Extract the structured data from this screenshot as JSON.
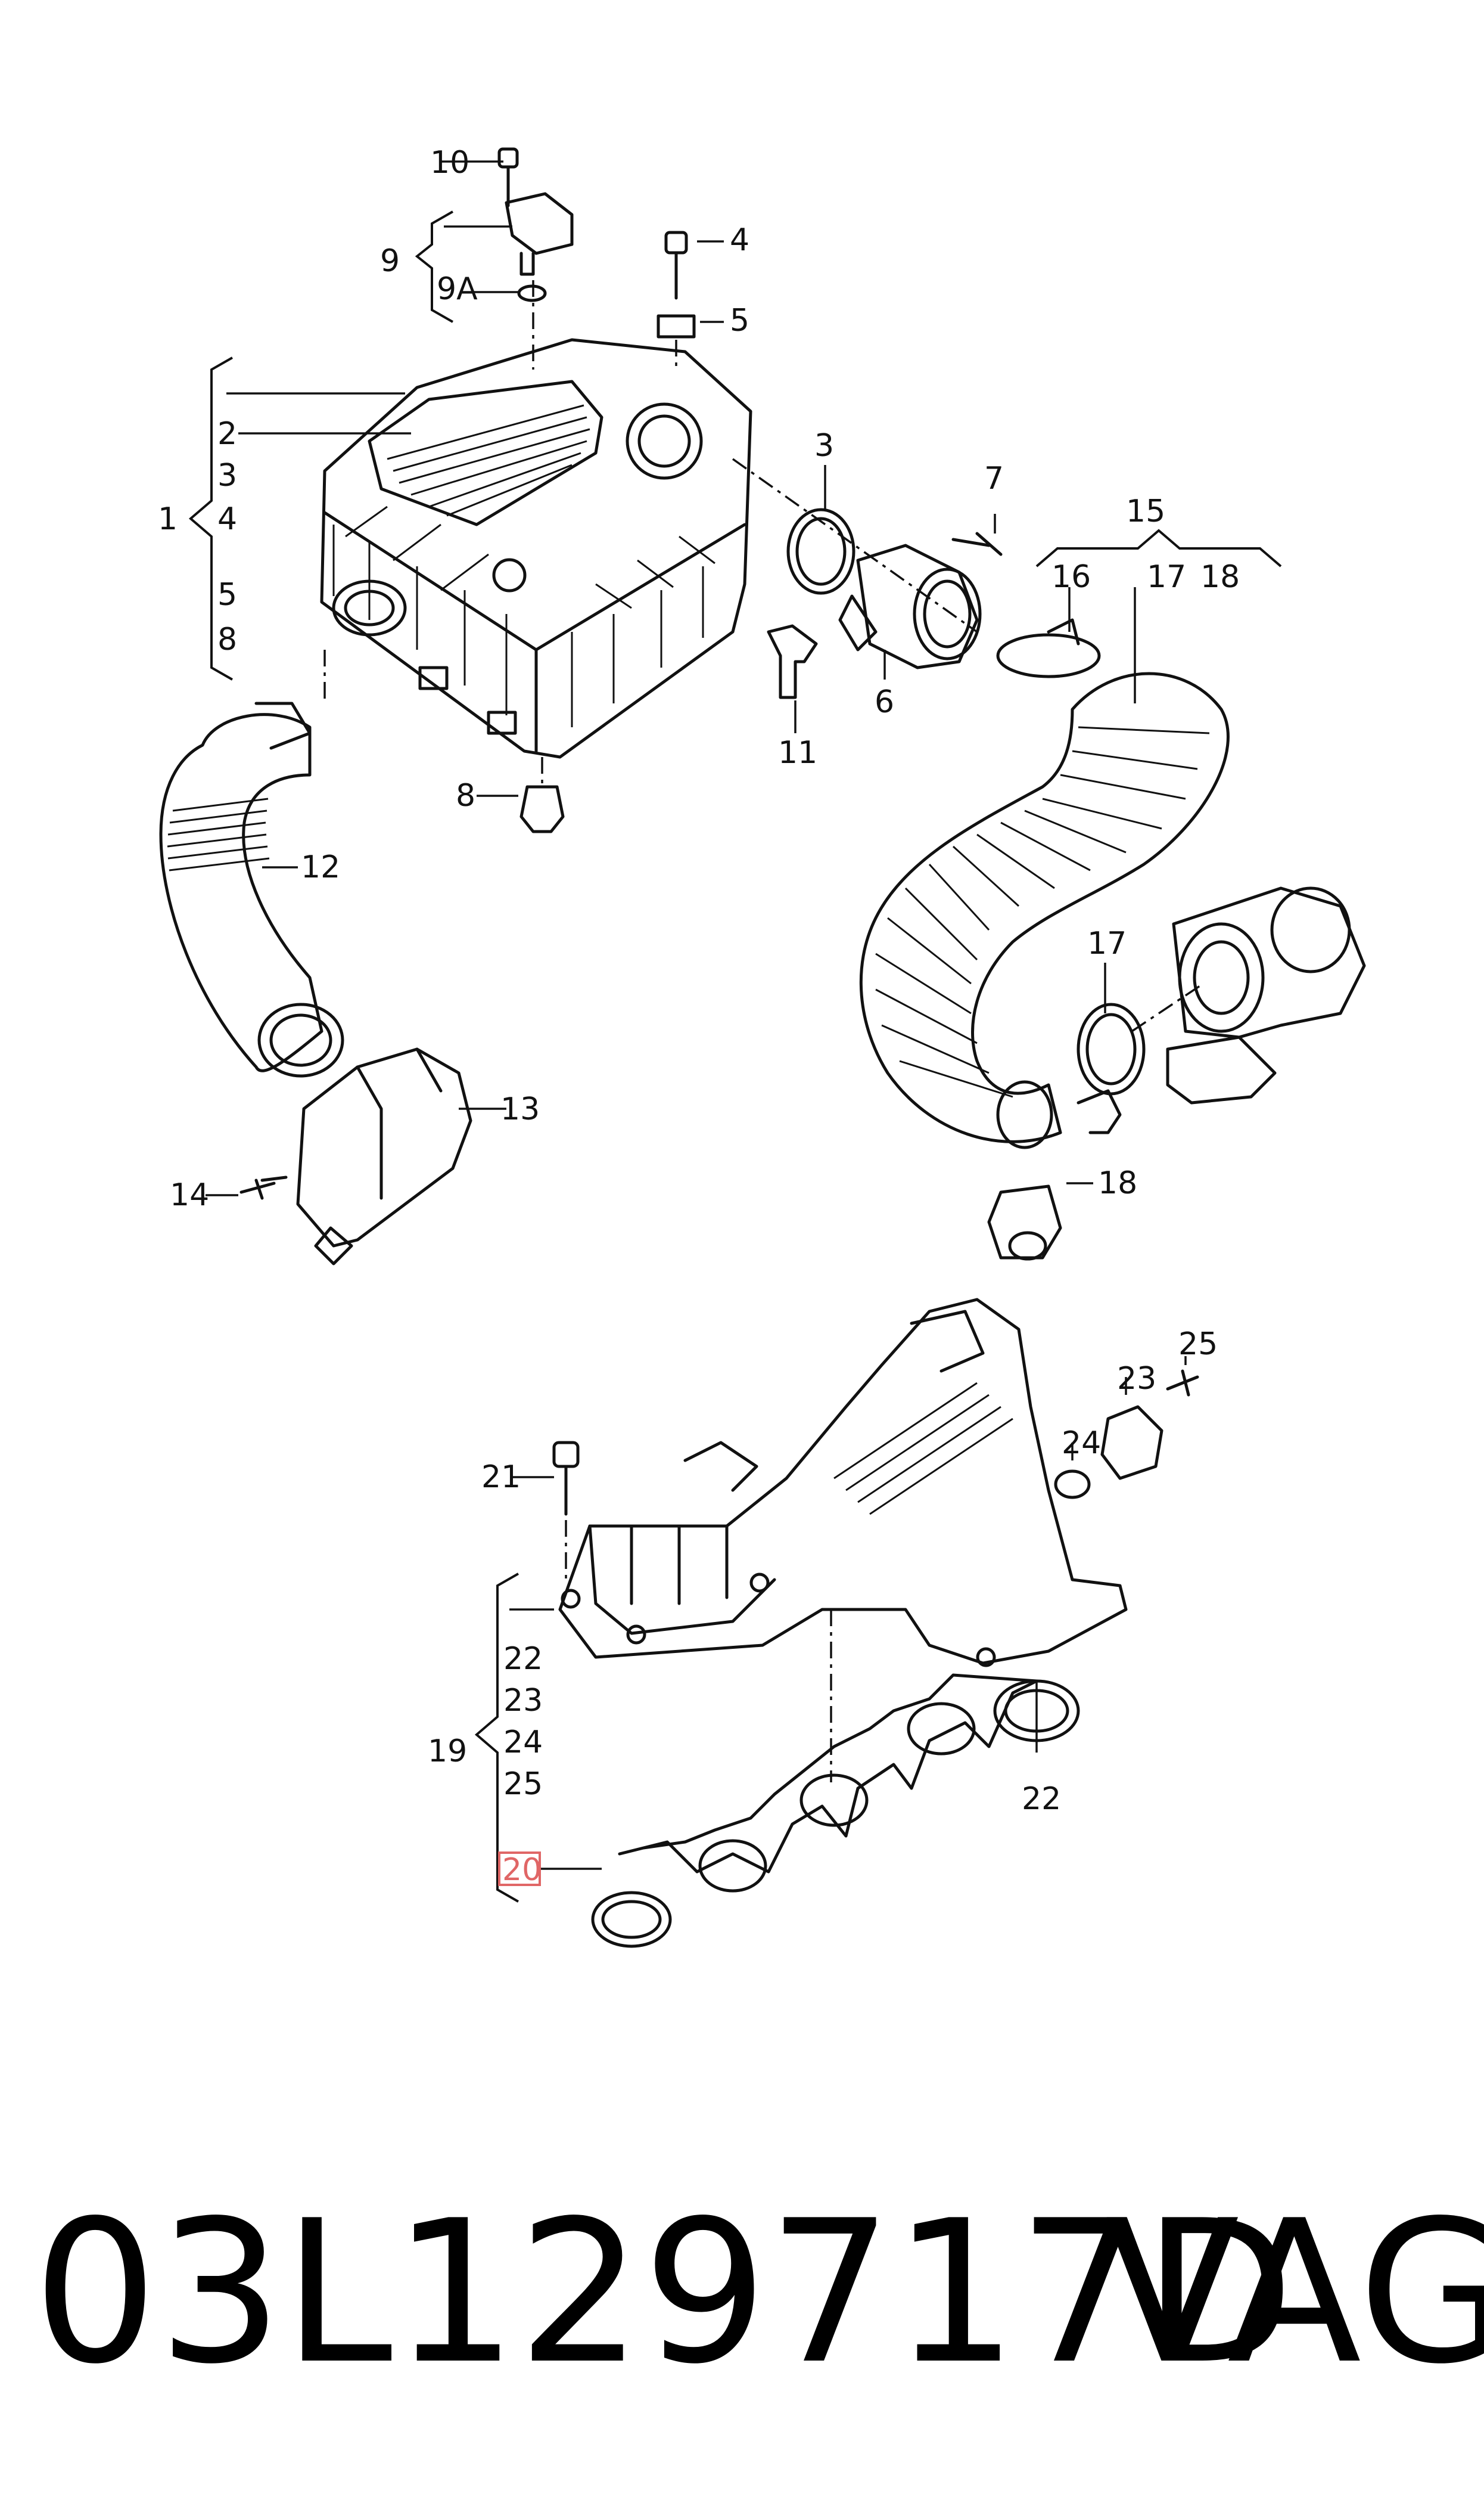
{
  "callouts": {
    "c1": "1",
    "c2": "2",
    "c3": "3",
    "c3b": "3",
    "c4": "4",
    "c4b": "4",
    "c5": "5",
    "c5b": "5",
    "c6": "6",
    "c7": "7",
    "c8": "8",
    "c8b": "8",
    "c9": "9",
    "c9a": "9A",
    "c10": "10",
    "c11": "11",
    "c12": "12",
    "c13": "13",
    "c14": "14",
    "c15": "15",
    "c16": "16",
    "c17": "17",
    "c17b": "17",
    "c18": "18",
    "c18b": "18",
    "c19": "19",
    "c20": "20",
    "c21": "21",
    "c22": "22",
    "c22b": "22",
    "c23": "23",
    "c23b": "23",
    "c24": "24",
    "c24b": "24",
    "c25": "25",
    "c25b": "25"
  },
  "highlight_color": "#e06666",
  "footer": {
    "part_number": "03L129717D",
    "brand": "VAG"
  }
}
